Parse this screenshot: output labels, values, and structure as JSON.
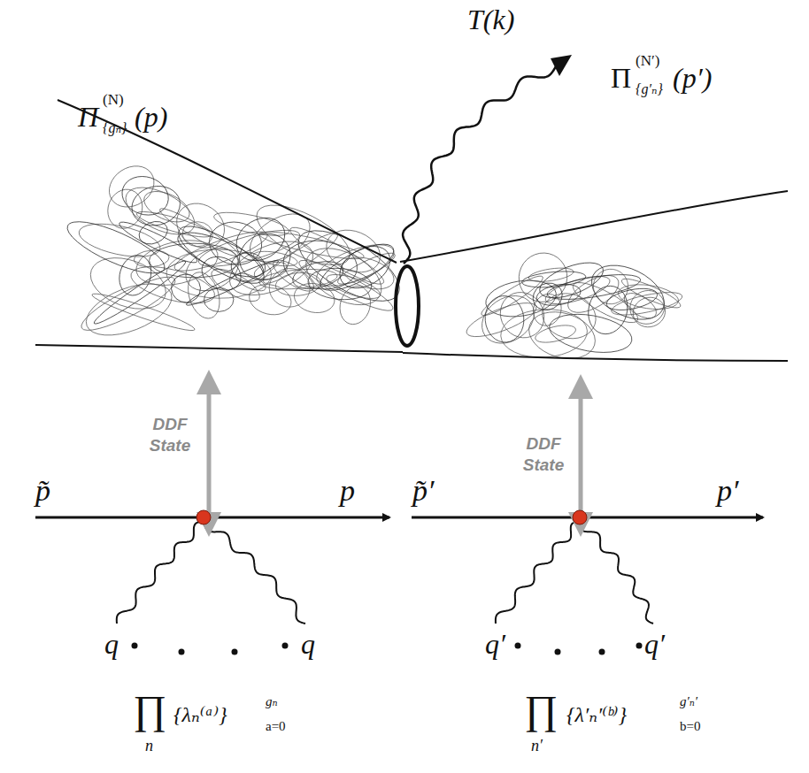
{
  "diagram": {
    "labels": [
      "Π",
      "(N)",
      "{gₙ}",
      "(p)",
      "T(k)",
      "Π",
      "(N′)",
      "{g′ₙ}",
      "(p′)",
      "DDF State",
      "DDF State",
      "p̃",
      "p",
      "p̃′",
      "p′",
      "q",
      "q",
      "q′",
      "q′",
      "∏",
      "n",
      "{λₙ⁽ᵃ⁾}",
      "gₙ",
      "a=0",
      "∏",
      "n′",
      "{λ′ₙ′⁽ᵇ⁾}",
      "g′ₙ′",
      "b=0"
    ]
  }
}
